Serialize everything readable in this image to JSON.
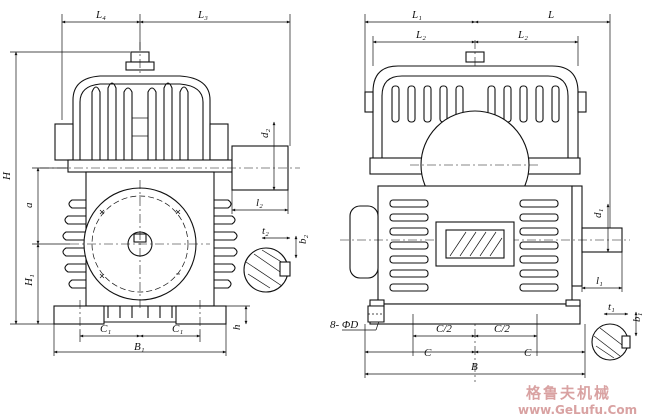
{
  "labels": [
    {
      "id": "L4",
      "text": "L₄"
    },
    {
      "id": "L3",
      "text": "L₃"
    },
    {
      "id": "H",
      "text": "H"
    },
    {
      "id": "a",
      "text": "a"
    },
    {
      "id": "H1",
      "text": "H₁"
    },
    {
      "id": "d2",
      "text": "d₂"
    },
    {
      "id": "l2",
      "text": "l₂"
    },
    {
      "id": "t2",
      "text": "t₂"
    },
    {
      "id": "b2",
      "text": "b₂"
    },
    {
      "id": "C1a",
      "text": "C₁"
    },
    {
      "id": "C1b",
      "text": "C₁"
    },
    {
      "id": "B1",
      "text": "B₁"
    },
    {
      "id": "h",
      "text": "h"
    },
    {
      "id": "L1",
      "text": "L₁"
    },
    {
      "id": "L",
      "text": "L"
    },
    {
      "id": "L2a",
      "text": "L₂"
    },
    {
      "id": "L2b",
      "text": "L₂"
    },
    {
      "id": "d1",
      "text": "d₁"
    },
    {
      "id": "l1",
      "text": "l₁"
    },
    {
      "id": "holes",
      "text": "8- ΦD"
    },
    {
      "id": "C2a",
      "text": "C/2"
    },
    {
      "id": "C2b",
      "text": "C/2"
    },
    {
      "id": "Ca",
      "text": "C"
    },
    {
      "id": "Cb",
      "text": "C"
    },
    {
      "id": "B",
      "text": "B"
    },
    {
      "id": "t1",
      "text": "t₁"
    },
    {
      "id": "b1",
      "text": "b₁"
    }
  ],
  "watermark": {
    "chinese": "格鲁夫机械",
    "url": "www.GeLufu.Com"
  }
}
